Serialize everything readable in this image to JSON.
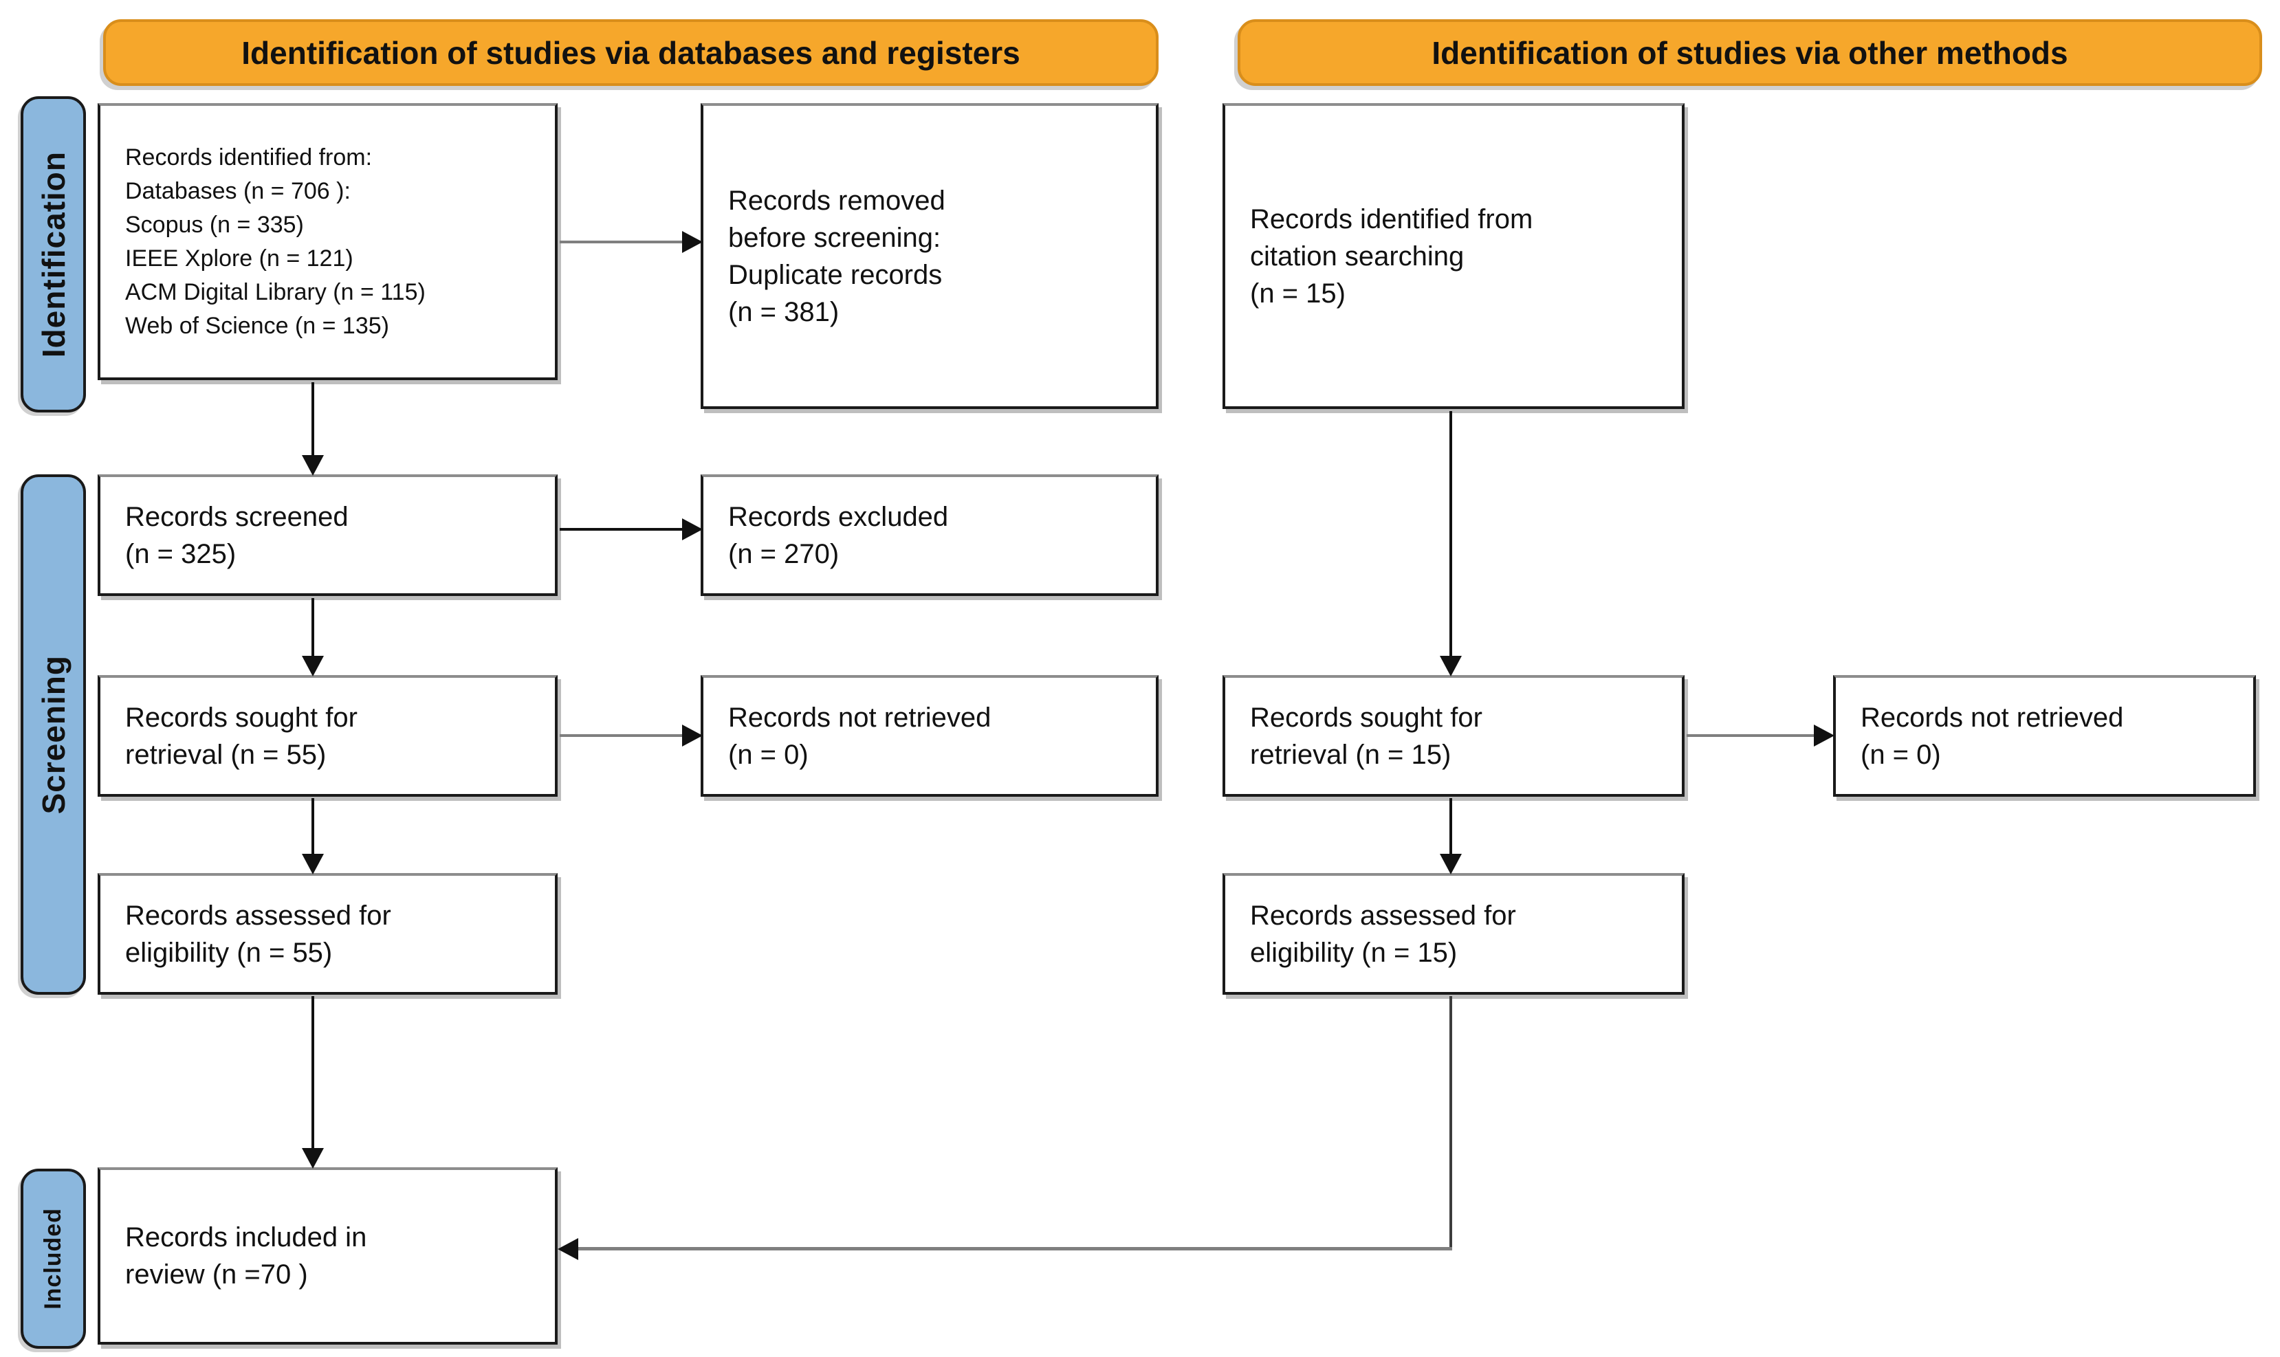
{
  "banners": {
    "databases": "Identification of studies via databases and registers",
    "other": "Identification of studies via other methods"
  },
  "stages": {
    "identification": "Identification",
    "screening": "Screening",
    "included": "Included"
  },
  "boxes": {
    "identified": {
      "lines": [
        "Records identified from:",
        "Databases (n = 706 ):",
        "Scopus (n = 335)",
        "IEEE Xplore (n = 121)",
        "ACM Digital Library (n = 115)",
        "Web of Science (n = 135)"
      ]
    },
    "removed": {
      "lines": [
        "Records removed",
        "before screening:",
        "Duplicate records",
        "(n = 381)"
      ]
    },
    "citation": {
      "lines": [
        "Records identified from",
        "citation searching",
        "(n = 15)"
      ]
    },
    "screened": {
      "lines": [
        "Records screened",
        "(n = 325)"
      ]
    },
    "excluded": {
      "lines": [
        "Records excluded",
        "(n = 270)"
      ]
    },
    "sought": {
      "lines": [
        "Records sought for",
        "retrieval (n = 55)"
      ]
    },
    "not_retrieved": {
      "lines": [
        "Records not retrieved",
        "(n = 0)"
      ]
    },
    "sought_other": {
      "lines": [
        "Records sought for",
        "retrieval (n = 15)"
      ]
    },
    "not_retrieved_other": {
      "lines": [
        "Records not retrieved",
        "(n = 0)"
      ]
    },
    "assessed": {
      "lines": [
        "Records assessed for",
        "eligibility (n = 55)"
      ]
    },
    "assessed_other": {
      "lines": [
        "Records assessed for",
        "eligibility (n = 15)"
      ]
    },
    "included": {
      "lines": [
        "Records included in",
        "review (n =70 )"
      ]
    }
  },
  "colors": {
    "banner": "#F6A72B",
    "stage_label": "#8BB7DD",
    "arrow_gray": "#7f7f7f",
    "ink": "#111111"
  }
}
